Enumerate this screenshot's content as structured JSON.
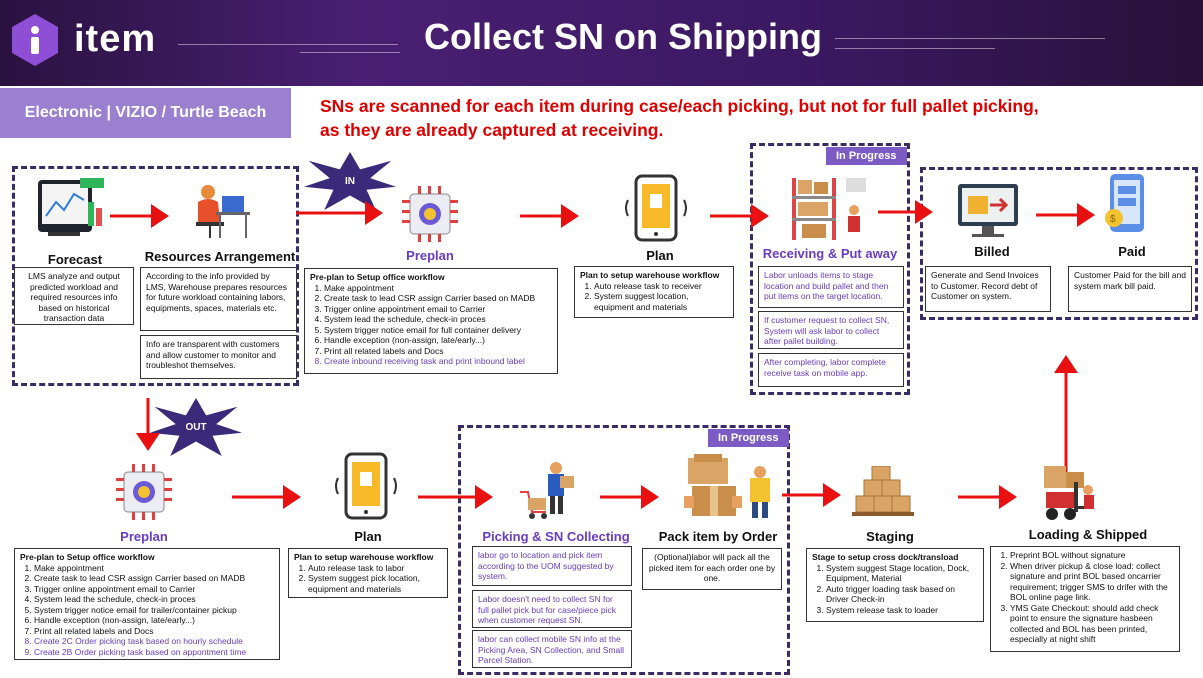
{
  "header": {
    "logo_text": "item",
    "title": "Collect SN on Shipping"
  },
  "subtitle_tag": "Electronic | VIZIO / Turtle Beach",
  "note": {
    "line1": "SNs are scanned for each item during case/each picking, but not for full pallet picking,",
    "line2": "as they are already captured at receiving."
  },
  "badges": {
    "in": "IN",
    "out": "OUT",
    "in_progress": "In Progress"
  },
  "inbound": {
    "forecast": {
      "label": "Forecast",
      "text": "LMS analyze and output predicted workload and required resources info based on historical transaction data"
    },
    "resources": {
      "label": "Resources Arrangement",
      "text1": "According to the info provided by LMS, Warehouse prepares resources for future workload containing labors, equipments, spaces, materials etc.",
      "text2": "Info are transparent with customers and allow customer to monitor and troubleshot themselves."
    },
    "preplan": {
      "label": "Preplan",
      "heading": "Pre-plan to Setup office workflow",
      "items": [
        "Make appointment",
        "Create task to lead CSR assign Carrier based on MADB",
        "Trigger online appointment email to Carrier",
        "System lead the schedule, check-in proces",
        "System trigger notice email for full container delivery",
        "Handle exception (non-assign, late/early...)",
        "Print all related labels and Docs",
        "Create inbound receiving task and print inbound label"
      ]
    },
    "plan": {
      "label": "Plan",
      "heading": "Plan to setup warehouse workflow",
      "items": [
        "Auto release task to receiver",
        "System suggest location, equipment and materials"
      ]
    },
    "receiving": {
      "label": "Receiving & Put away",
      "text1": "Labor unloads items to stage location and build pallet and then put items on the target location.",
      "text2": "If customer request to collect SN, System will ask labor to collect after pallet building.",
      "text3": "After completing, labor complete receive task on mobile app."
    },
    "billed": {
      "label": "Billed",
      "text": "Generate and Send Invoices to Customer. Record debt of Customer on system."
    },
    "paid": {
      "label": "Paid",
      "text": "Customer Paid for the bill and system mark bill paid."
    }
  },
  "outbound": {
    "preplan": {
      "label": "Preplan",
      "heading": "Pre-plan to Setup office workflow",
      "items": [
        "Make appointment",
        "Create task to lead CSR assign Carrier based on MADB",
        "Trigger online appointment email to Carrier",
        "System lead the schedule, check-in proces",
        "System trigger notice email for trailer/container pickup",
        "Handle exception (non-assign, late/early...)",
        "Print all related labels and Docs",
        "Create 2C Order picking task based on hourly schedule",
        "Create 2B Order picking task based on appontment time"
      ]
    },
    "plan": {
      "label": "Plan",
      "heading": "Plan to setup warehouse workflow",
      "items": [
        "Auto release task to labor",
        "System suggest pick location, equipment and materials"
      ]
    },
    "picking": {
      "label": "Picking & SN Collecting",
      "text1": "labor go to location and pick item according to the UOM suggested by system.",
      "text2": "Labor doesn't need to collect SN for full pallet pick but for case/piece pick when customer request SN.",
      "text3": "labor can collect mobile SN info at the Picking Area, SN Collection, and Small Parcel Station."
    },
    "pack": {
      "label": "Pack item by Order",
      "text": "(Optional)labor will pack all the picked item for each order one by one."
    },
    "staging": {
      "label": "Staging",
      "heading": "Stage to setup cross dock/transload",
      "items": [
        "System suggest Stage location, Dock, Equipment, Material",
        "Auto trigger loading task based on Driver Check-in",
        "System release task to loader"
      ]
    },
    "loading": {
      "label": "Loading & Shipped",
      "items": [
        "Preprint BOL without signature",
        "When driver pickup & close load: collect signature and print BOL based oncarrier requirement; trigger SMS to drifer with the BOL online page link.",
        "YMS Gate Checkout: should add check point to ensure the signature hasbeen collected and BOL has been printed, especially at night shift"
      ]
    }
  },
  "colors": {
    "header_bg": "#3a1860",
    "accent_purple": "#7c5cc4",
    "arrow_red": "#e81010",
    "note_red": "#e00000"
  }
}
